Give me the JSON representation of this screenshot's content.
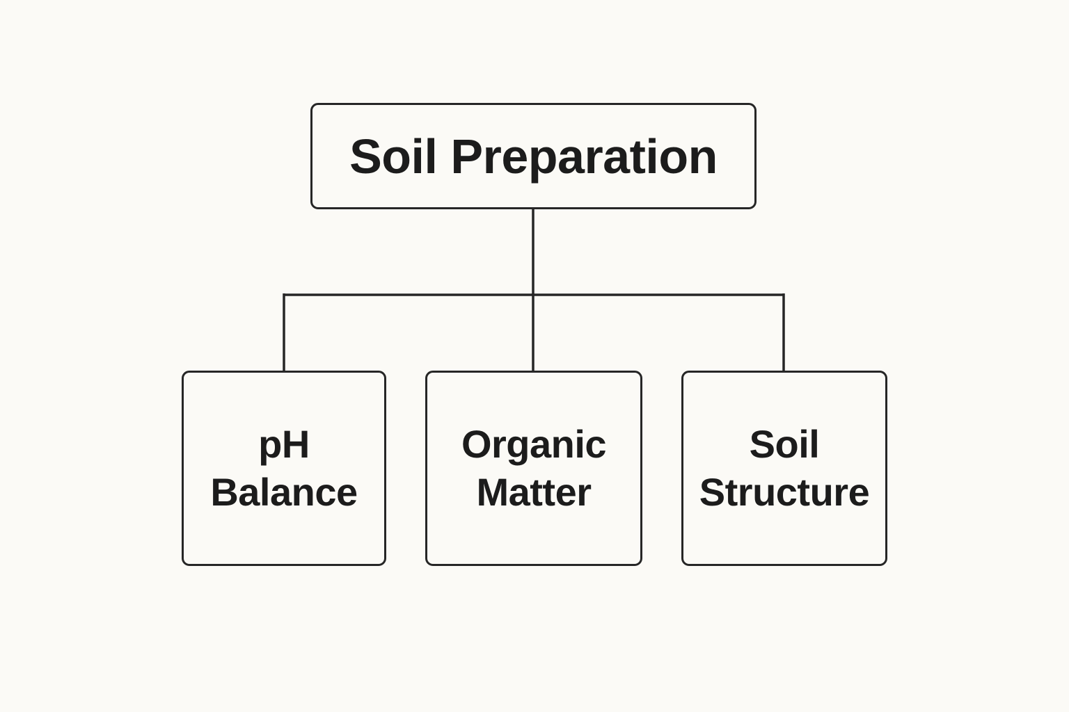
{
  "diagram": {
    "root": {
      "label": "Soil Preparation"
    },
    "children": [
      {
        "line1": "pH",
        "line2": "Balance"
      },
      {
        "line1": "Organic",
        "line2": "Matter"
      },
      {
        "line1": "Soil",
        "line2": "Structure"
      }
    ],
    "colors": {
      "background": "#fbfaf6",
      "stroke": "#262626",
      "text": "#1c1c1c"
    }
  }
}
